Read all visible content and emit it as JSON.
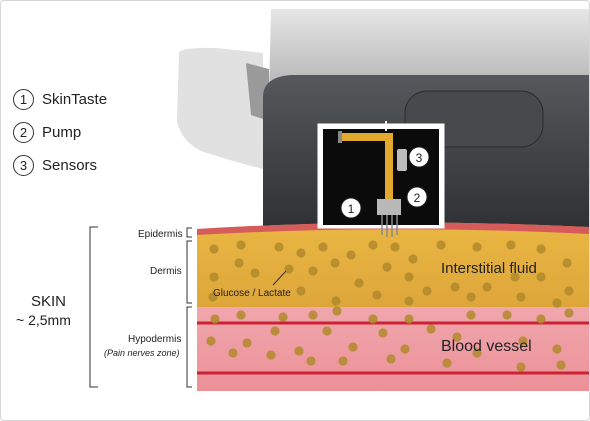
{
  "legend": {
    "items": [
      {
        "number": "1",
        "label": "SkinTaste"
      },
      {
        "number": "2",
        "label": "Pump"
      },
      {
        "number": "3",
        "label": "Sensors"
      }
    ]
  },
  "skin": {
    "title": "SKIN",
    "thickness": "~ 2,5mm"
  },
  "layers": {
    "epidermis": "Epidermis",
    "dermis": "Dermis",
    "hypodermis": "Hypodermis",
    "hypodermis_note": "(Pain nerves zone)"
  },
  "labels": {
    "interstitial_fluid": "Interstitial fluid",
    "glucose_lactate": "Glucose / Lactate",
    "blood_vessel": "Blood vessel"
  },
  "device_markers": [
    "1",
    "2",
    "3"
  ],
  "colors": {
    "epidermis": "#d85a5a",
    "dermis": "#e2b040",
    "hypodermis": "#f2a8ad",
    "blood_vessel_line": "#cc2233",
    "particle": "#b08a2c",
    "device_dark": "#3d3f42",
    "device_silver": "#c8c8c8"
  }
}
